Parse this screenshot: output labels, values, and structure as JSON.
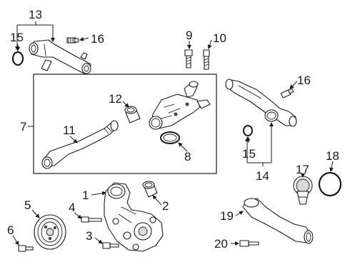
{
  "callouts": {
    "c1": "1",
    "c2": "2",
    "c3": "3",
    "c4": "4",
    "c5": "5",
    "c6": "6",
    "c7": "7",
    "c8": "8",
    "c9": "9",
    "c10": "10",
    "c11": "11",
    "c12": "12",
    "c13": "13",
    "c14": "14",
    "c15a": "15",
    "c15b": "15",
    "c16a": "16",
    "c16b": "16",
    "c17": "17",
    "c18": "18",
    "c19": "19",
    "c20": "20"
  }
}
